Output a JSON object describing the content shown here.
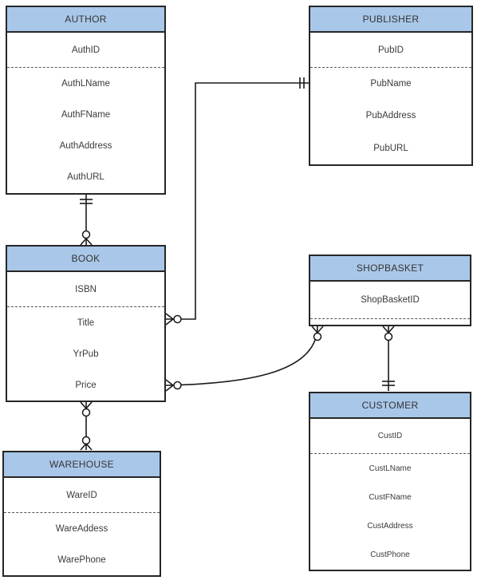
{
  "diagram_type": "entity-relationship-diagram",
  "entities": [
    {
      "title": "AUTHOR",
      "pk": [
        "AuthID"
      ],
      "attrs": [
        "AuthLName",
        "AuthFName",
        "AuthAddress",
        "AuthURL"
      ]
    },
    {
      "title": "PUBLISHER",
      "pk": [
        "PubID"
      ],
      "attrs": [
        "PubName",
        "PubAddress",
        "PubURL"
      ]
    },
    {
      "title": "BOOK",
      "pk": [
        "ISBN"
      ],
      "attrs": [
        "Title",
        "YrPub",
        "Price"
      ]
    },
    {
      "title": "SHOPBASKET",
      "pk": [
        "ShopBasketID"
      ],
      "attrs": []
    },
    {
      "title": "CUSTOMER",
      "pk": [
        "CustID"
      ],
      "attrs": [
        "CustLName",
        "CustFName",
        "CustAddress",
        "CustPhone"
      ]
    },
    {
      "title": "WAREHOUSE",
      "pk": [
        "WareID"
      ],
      "attrs": [
        "WareAddess",
        "WarePhone"
      ]
    }
  ],
  "relationships": [
    {
      "from": "AUTHOR",
      "to": "BOOK",
      "from_end": "one-and-only-one",
      "to_end": "zero-or-many"
    },
    {
      "from": "PUBLISHER",
      "to": "BOOK",
      "from_end": "one-and-only-one",
      "to_end": "zero-or-many"
    },
    {
      "from": "BOOK",
      "to": "SHOPBASKET",
      "from_end": "zero-or-many",
      "to_end": "zero-or-many"
    },
    {
      "from": "BOOK",
      "to": "WAREHOUSE",
      "from_end": "zero-or-many",
      "to_end": "zero-or-many"
    },
    {
      "from": "CUSTOMER",
      "to": "SHOPBASKET",
      "from_end": "one-and-only-one",
      "to_end": "zero-or-many"
    }
  ],
  "colors": {
    "header_fill": "#a9c7e8",
    "box_border": "#262626",
    "text": "#3a3a3a",
    "connector": "#1a1a1a",
    "background": "#ffffff"
  }
}
